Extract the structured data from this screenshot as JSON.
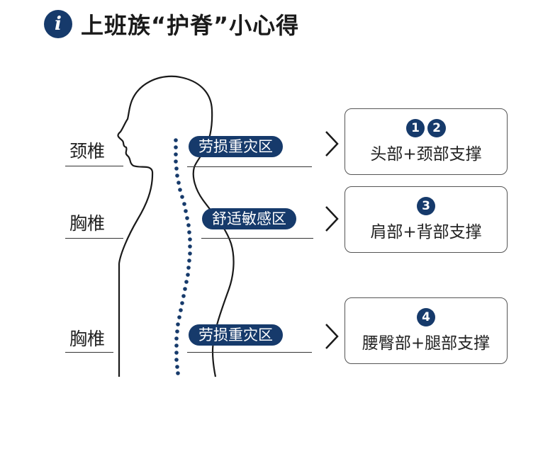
{
  "header": {
    "icon": "info-icon",
    "icon_glyph": "i",
    "title": "上班族“护脊”小心得"
  },
  "colors": {
    "navy": "#163a6b",
    "line": "#1a1a1a"
  },
  "rows": [
    {
      "label": "颈椎",
      "zone": "劳损重灾区",
      "numbers": [
        "1",
        "2"
      ],
      "advice": "头部+颈部支撑"
    },
    {
      "label": "胸椎",
      "zone": "舒适敏感区",
      "numbers": [
        "3"
      ],
      "advice": "肩部+背部支撑"
    },
    {
      "label": "胸椎",
      "zone": "劳损重灾区",
      "numbers": [
        "4"
      ],
      "advice": "腰臀部+腿部支撑"
    }
  ]
}
